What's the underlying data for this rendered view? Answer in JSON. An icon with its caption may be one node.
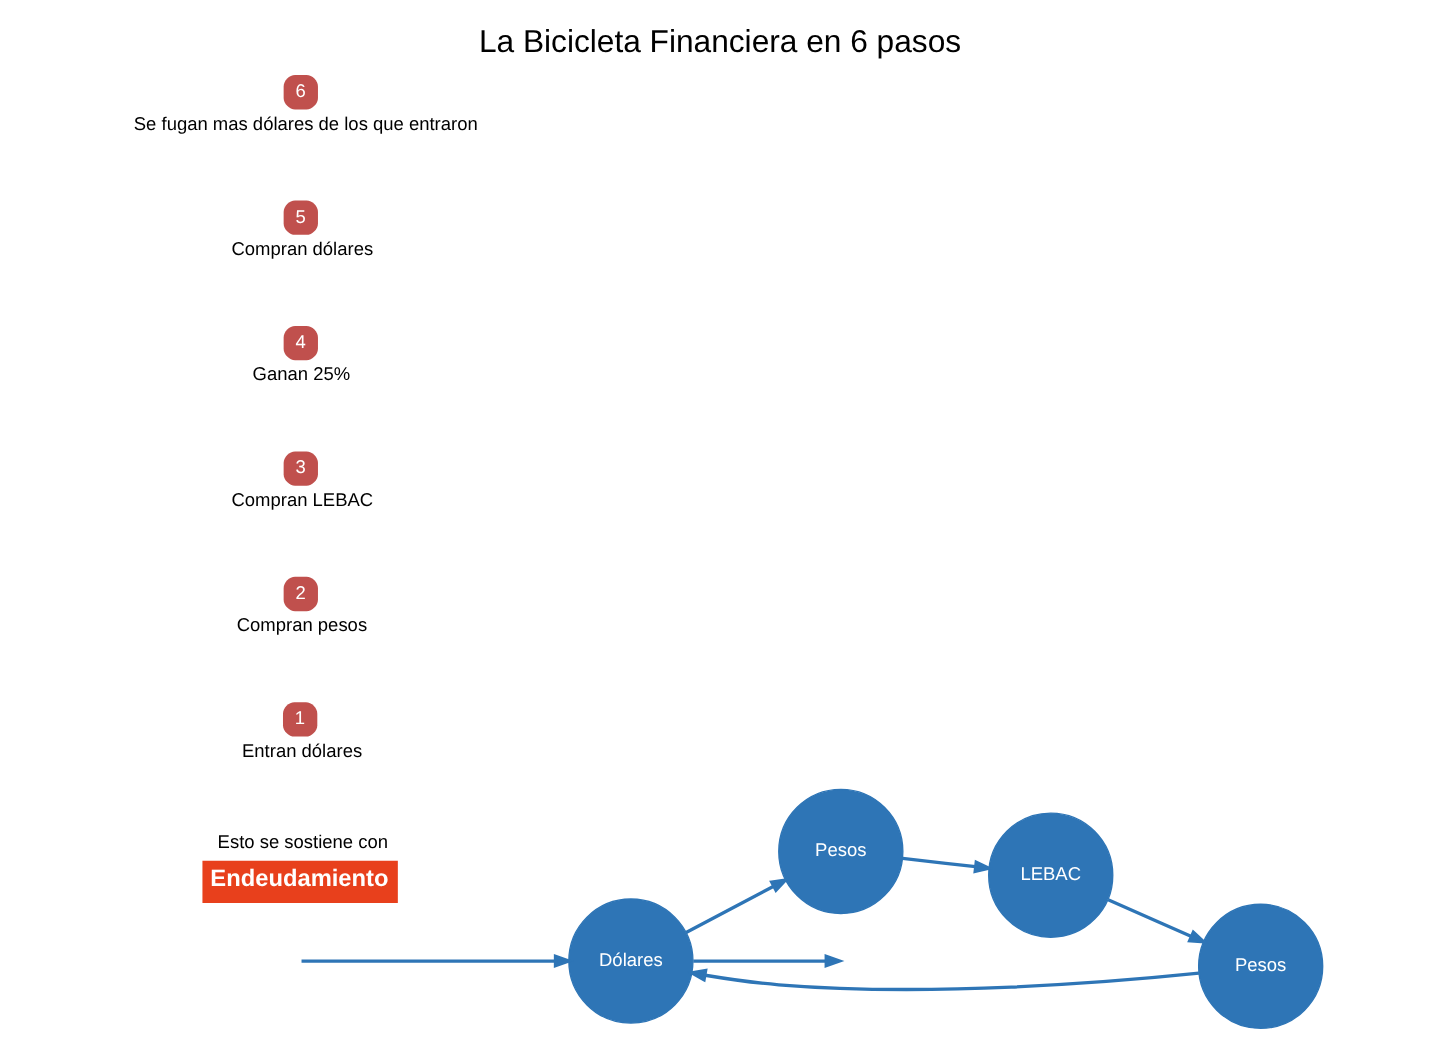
{
  "diagram": {
    "title": "La Bicicleta Financiera en 6 pasos",
    "nodes": [
      {
        "text": [
          "Dólares"
        ]
      },
      {
        "text": [
          "Pesos"
        ]
      },
      {
        "text": [
          "LEBAC"
        ]
      },
      {
        "text": [
          "Pesos"
        ]
      },
      {
        "text": [
          "Esto se sostiene con",
          "Endeudamiento"
        ]
      },
      {
        "text": [
          "1"
        ],
        "beside": [
          "Entran dólares"
        ]
      },
      {
        "text": [
          "2"
        ],
        "beside": [
          "Compran pesos"
        ]
      },
      {
        "text": [
          "3"
        ],
        "beside": [
          "Compran LEBAC"
        ]
      },
      {
        "text": [
          "4"
        ],
        "beside": [
          "Ganan 25%"
        ]
      },
      {
        "text": [
          "5"
        ],
        "beside": [
          "Compran dólares"
        ]
      },
      {
        "text": [
          "6"
        ],
        "beside": [
          "Se fugan mas dólares de los que entraron"
        ]
      }
    ],
    "edges": [
      {
        "from": null,
        "to": 0,
        "arrow": "to"
      },
      {
        "from": 0,
        "to": 1,
        "arrow": "to"
      },
      {
        "from": 1,
        "to": 2,
        "arrow": "to"
      },
      {
        "from": 2,
        "to": 3,
        "arrow": "to"
      },
      {
        "from": 3,
        "to": 0,
        "arrow": "to"
      },
      {
        "from": 0,
        "to": null,
        "arrow": "to"
      }
    ]
  }
}
